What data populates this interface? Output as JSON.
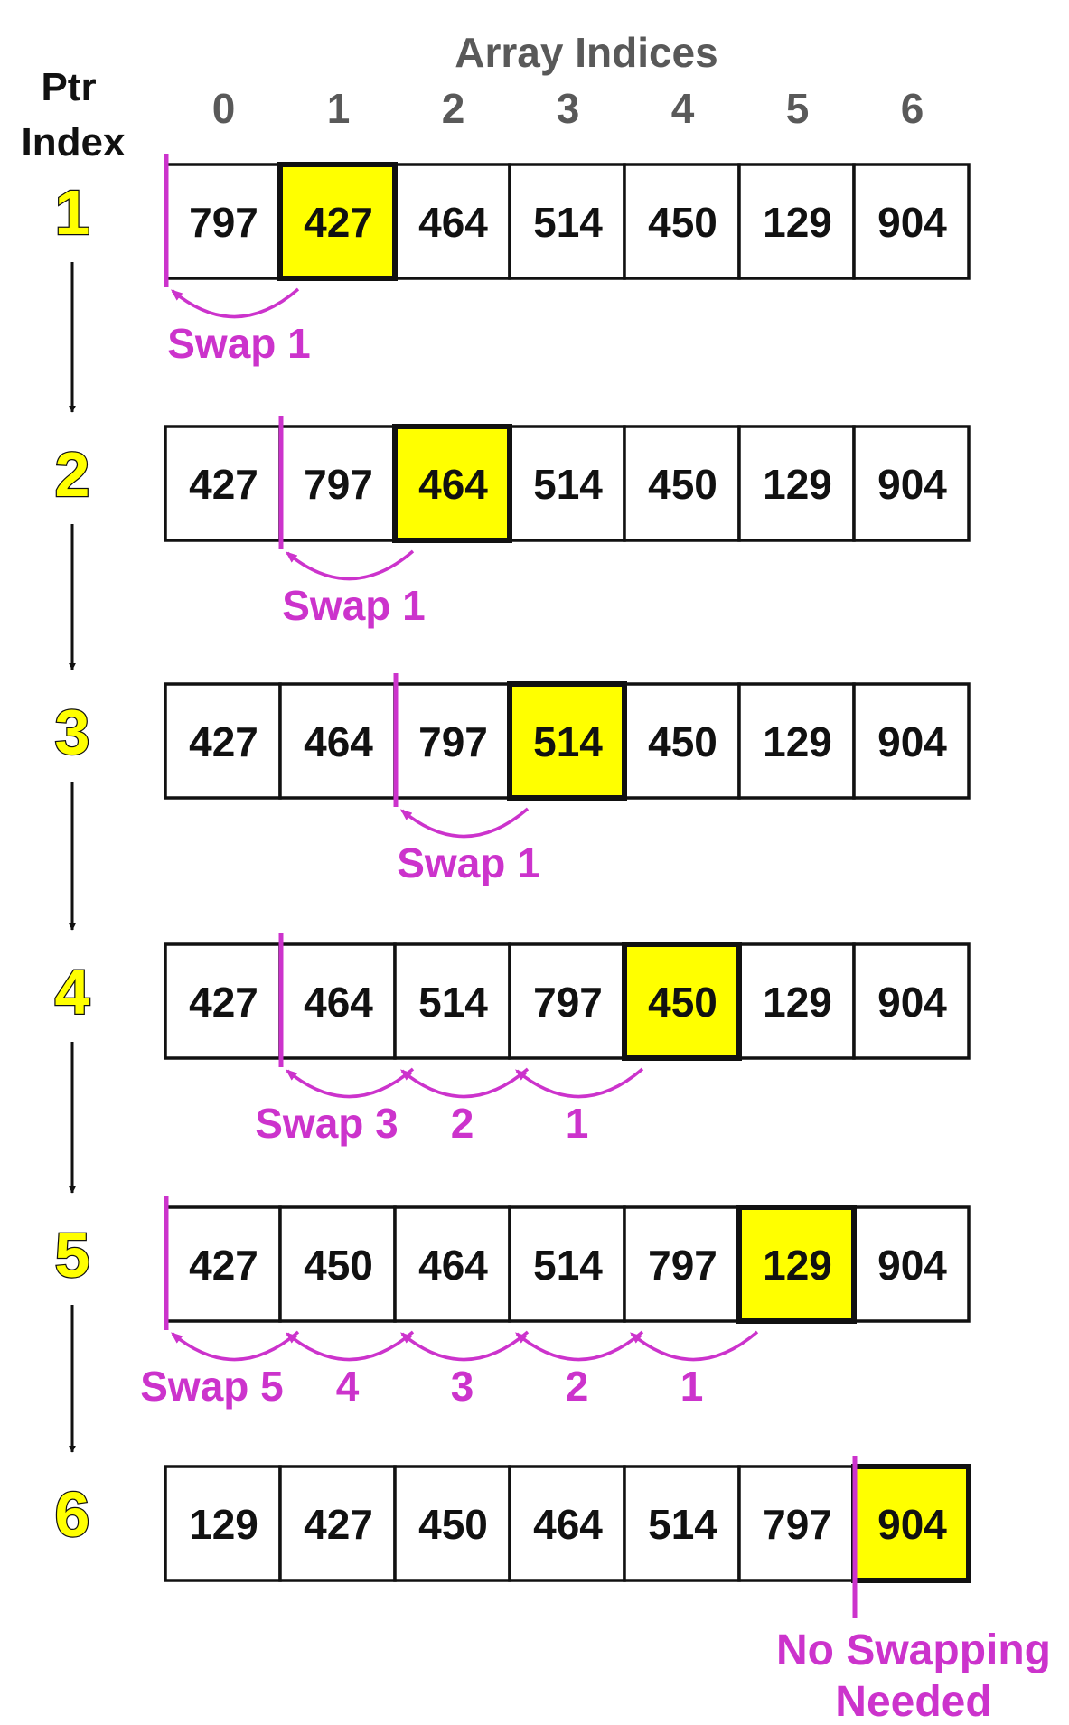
{
  "header": {
    "title": "Array Indices",
    "ptr_label_line1": "Ptr",
    "ptr_label_line2": "Index",
    "indices": [
      "0",
      "1",
      "2",
      "3",
      "4",
      "5",
      "6"
    ]
  },
  "colors": {
    "highlight": "#ffff00",
    "marker": "#cc33cc",
    "cell_border": "#111111",
    "header_text": "#595959"
  },
  "rows": [
    {
      "step": "1",
      "values": [
        "797",
        "427",
        "464",
        "514",
        "450",
        "129",
        "904"
      ],
      "highlight_index": 1,
      "pointer_index": 0,
      "swap_labels": [
        "Swap 1"
      ]
    },
    {
      "step": "2",
      "values": [
        "427",
        "797",
        "464",
        "514",
        "450",
        "129",
        "904"
      ],
      "highlight_index": 2,
      "pointer_index": 1,
      "swap_labels": [
        "Swap 1"
      ]
    },
    {
      "step": "3",
      "values": [
        "427",
        "464",
        "797",
        "514",
        "450",
        "129",
        "904"
      ],
      "highlight_index": 3,
      "pointer_index": 2,
      "swap_labels": [
        "Swap 1"
      ]
    },
    {
      "step": "4",
      "values": [
        "427",
        "464",
        "514",
        "797",
        "450",
        "129",
        "904"
      ],
      "highlight_index": 4,
      "pointer_index": 1,
      "swap_labels": [
        "Swap 3",
        "2",
        "1"
      ]
    },
    {
      "step": "5",
      "values": [
        "427",
        "450",
        "464",
        "514",
        "797",
        "129",
        "904"
      ],
      "highlight_index": 5,
      "pointer_index": 0,
      "swap_labels": [
        "Swap 5",
        "4",
        "3",
        "2",
        "1"
      ]
    },
    {
      "step": "6",
      "values": [
        "129",
        "427",
        "450",
        "464",
        "514",
        "797",
        "904"
      ],
      "highlight_index": 6,
      "pointer_index": 6,
      "swap_labels": []
    }
  ],
  "final_note": {
    "line1": "No Swapping",
    "line2": "Needed"
  }
}
